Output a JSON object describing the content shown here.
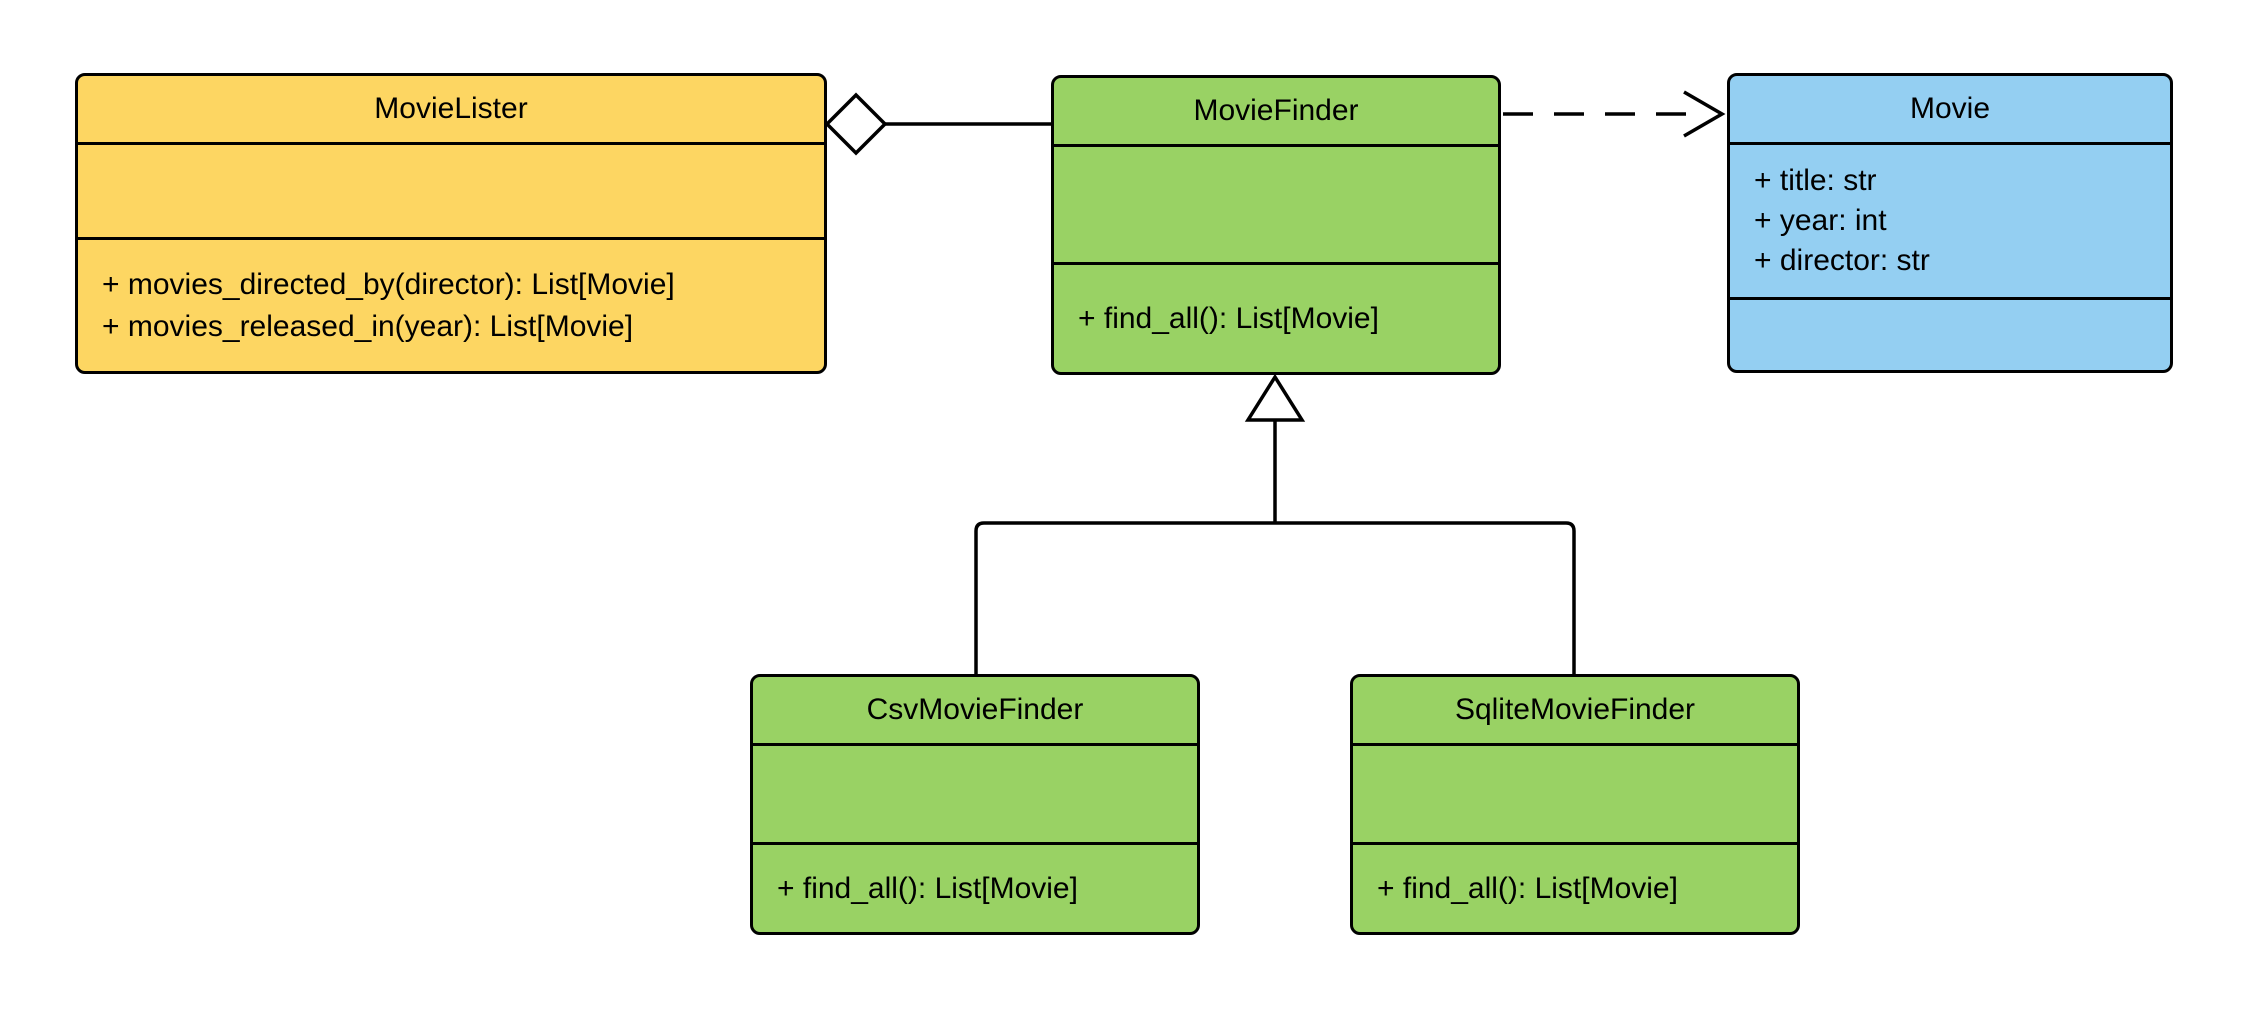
{
  "diagram": {
    "type": "uml-class-diagram",
    "background_color": "#ffffff",
    "stroke_color": "#000000",
    "classes": [
      {
        "name": "MovieLister",
        "fill": "#FDD662",
        "attributes": [],
        "methods": [
          "+ movies_directed_by(director): List[Movie]",
          "+ movies_released_in(year): List[Movie]"
        ]
      },
      {
        "name": "MovieFinder",
        "fill": "#99D264",
        "attributes": [],
        "methods": [
          "+ find_all(): List[Movie]"
        ]
      },
      {
        "name": "Movie",
        "fill": "#94CFF2",
        "attributes": [
          "+ title: str",
          "+ year: int",
          "+ director: str"
        ],
        "methods": []
      },
      {
        "name": "CsvMovieFinder",
        "fill": "#99D264",
        "attributes": [],
        "methods": [
          "+ find_all(): List[Movie]"
        ]
      },
      {
        "name": "SqliteMovieFinder",
        "fill": "#99D264",
        "attributes": [],
        "methods": [
          "+ find_all(): List[Movie]"
        ]
      }
    ],
    "relationships": [
      {
        "type": "aggregation",
        "from": "MovieLister",
        "to": "MovieFinder",
        "marker": "hollow-diamond"
      },
      {
        "type": "dependency",
        "from": "MovieFinder",
        "to": "Movie",
        "marker": "open-arrow",
        "line": "dashed"
      },
      {
        "type": "generalization",
        "from": "CsvMovieFinder",
        "to": "MovieFinder",
        "marker": "hollow-triangle"
      },
      {
        "type": "generalization",
        "from": "SqliteMovieFinder",
        "to": "MovieFinder",
        "marker": "hollow-triangle"
      }
    ]
  }
}
